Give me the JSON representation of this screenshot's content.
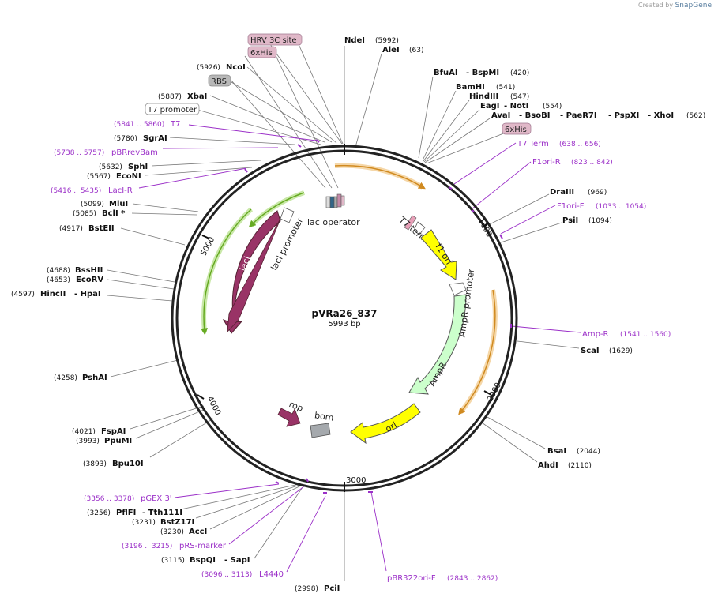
{
  "watermark": {
    "prefix": "Created by",
    "brand": "SnapGene"
  },
  "plasmid": {
    "name": "pVRa26_837",
    "length": "5993 bp"
  },
  "tick_labels": [
    "1000",
    "2000",
    "3000",
    "4000",
    "5000"
  ],
  "sites": {
    "ndei": {
      "name": "NdeI",
      "pos": "(5992)"
    },
    "alei": {
      "name": "AleI",
      "pos": "(63)"
    },
    "bfuai": {
      "name": "BfuAI",
      "name2": "- BspMI",
      "pos": "(420)"
    },
    "bamhi": {
      "name": "BamHI",
      "pos": "(541)"
    },
    "hindiii": {
      "name": "HindIII",
      "pos": "(547)"
    },
    "eagi": {
      "name": "EagI",
      "name2": "- NotI",
      "pos": "(554)"
    },
    "avai": {
      "name": "AvaI",
      "name2": "- BsoBI",
      "name3": "- PaeR7I",
      "name4": "- PspXI",
      "name5": "- XhoI",
      "pos": "(562)"
    },
    "draiii": {
      "name": "DraIII",
      "pos": "(969)"
    },
    "psii": {
      "name": "PsiI",
      "pos": "(1094)"
    },
    "scai": {
      "name": "ScaI",
      "pos": "(1629)"
    },
    "bsai": {
      "name": "BsaI",
      "pos": "(2044)"
    },
    "ahdi": {
      "name": "AhdI",
      "pos": "(2110)"
    },
    "pcii": {
      "name": "PciI",
      "pos": "(2998)"
    },
    "bspqi": {
      "name": "BspQI",
      "name2": "- SapI",
      "pos": "(3115)"
    },
    "acci": {
      "name": "AccI",
      "pos": "(3230)"
    },
    "bstz17i": {
      "name": "BstZ17I",
      "pos": "(3231)"
    },
    "pflfi": {
      "name": "PflFI",
      "name2": "- Tth111I",
      "pos": "(3256)"
    },
    "bpu10i": {
      "name": "Bpu10I",
      "pos": "(3893)"
    },
    "ppumi": {
      "name": "PpuMI",
      "pos": "(3993)"
    },
    "fspai": {
      "name": "FspAI",
      "pos": "(4021)"
    },
    "pshai": {
      "name": "PshAI",
      "pos": "(4258)"
    },
    "hincii": {
      "name": "HincII",
      "name2": "- HpaI",
      "pos": "(4597)"
    },
    "ecorv": {
      "name": "EcoRV",
      "pos": "(4653)"
    },
    "bsshii": {
      "name": "BssHII",
      "pos": "(4688)"
    },
    "bsteii": {
      "name": "BstEII",
      "pos": "(4917)"
    },
    "bcli": {
      "name": "BclI *",
      "pos": "(5085)"
    },
    "mlui": {
      "name": "MluI",
      "pos": "(5099)"
    },
    "econi": {
      "name": "EcoNI",
      "pos": "(5567)"
    },
    "sphi": {
      "name": "SphI",
      "pos": "(5632)"
    },
    "sgrai": {
      "name": "SgrAI",
      "pos": "(5780)"
    },
    "xbai": {
      "name": "XbaI",
      "pos": "(5887)"
    },
    "ncoi": {
      "name": "NcoI",
      "pos": "(5926)"
    }
  },
  "primers": {
    "t7term": {
      "name": "T7 Term",
      "range": "(638 .. 656)"
    },
    "f1orir": {
      "name": "F1ori-R",
      "range": "(823 .. 842)"
    },
    "f1orif": {
      "name": "F1ori-F",
      "range": "(1033 .. 1054)"
    },
    "ampr": {
      "name": "Amp-R",
      "range": "(1541 .. 1560)"
    },
    "pbr322": {
      "name": "pBR322ori-F",
      "range": "(2843 .. 2862)"
    },
    "l4440": {
      "name": "L4440",
      "range": "(3096 .. 3113)"
    },
    "prs": {
      "name": "pRS-marker",
      "range": "(3196 .. 3215)"
    },
    "pgex": {
      "name": "pGEX 3'",
      "range": "(3356 .. 3378)"
    },
    "laci": {
      "name": "LacI-R",
      "range": "(5416 .. 5435)"
    },
    "pbrrev": {
      "name": "pBRrevBam",
      "range": "(5738 .. 5757)"
    },
    "t7": {
      "name": "T7",
      "range": "(5841 .. 5860)"
    }
  },
  "boxed": {
    "hrv": "HRV 3C site",
    "his_top": "6xHis",
    "rbs": "RBS",
    "t7prom": "T7 promoter",
    "his_right": "6xHis"
  },
  "features": {
    "lac_operator": "lac operator",
    "t7_terminator": "T7 terminator",
    "f1_ori": "f1 ori",
    "ampr_promoter": "AmpR promoter",
    "ampr": "AmpR",
    "ori": "ori",
    "rop": "rop",
    "bom": "bom",
    "laci": "lacI",
    "laci_promoter": "lacI promoter"
  },
  "colors": {
    "yellow": "#ffff00",
    "ampr_green": "#ccffcc",
    "laci_maroon": "#993366",
    "lacI_arc_green": "#66aa22",
    "orf_orange": "#d08a20",
    "primer_purple": "#9b30c8",
    "box_pink": "#e0b8c8",
    "box_grey": "#b8b8b8"
  }
}
